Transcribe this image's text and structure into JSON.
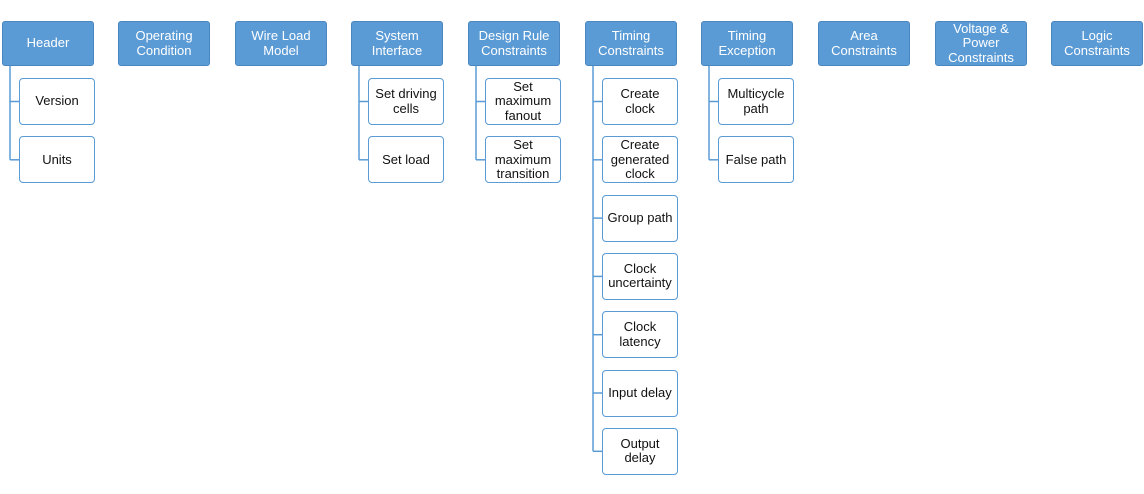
{
  "colors": {
    "node_fill": "#5b9bd5",
    "child_border": "#5b9bd5",
    "connector": "#5b9bd5"
  },
  "categories": [
    {
      "label": "Header",
      "children": [
        "Version",
        "Units"
      ]
    },
    {
      "label": "Operating\nCondition",
      "children": []
    },
    {
      "label": "Wire Load\nModel",
      "children": []
    },
    {
      "label": "System\nInterface",
      "children": [
        "Set driving\ncells",
        "Set load"
      ]
    },
    {
      "label": "Design Rule\nConstraints",
      "children": [
        "Set\nmaximum\nfanout",
        "Set\nmaximum\ntransition"
      ]
    },
    {
      "label": "Timing\nConstraints",
      "children": [
        "Create\nclock",
        "Create\ngenerated\nclock",
        "Group path",
        "Clock\nuncertainty",
        "Clock\nlatency",
        "Input delay",
        "Output\ndelay"
      ]
    },
    {
      "label": "Timing\nException",
      "children": [
        "Multicycle\npath",
        "False path"
      ]
    },
    {
      "label": "Area\nConstraints",
      "children": []
    },
    {
      "label": "Voltage &\nPower\nConstraints",
      "children": []
    },
    {
      "label": "Logic\nConstraints",
      "children": []
    }
  ]
}
